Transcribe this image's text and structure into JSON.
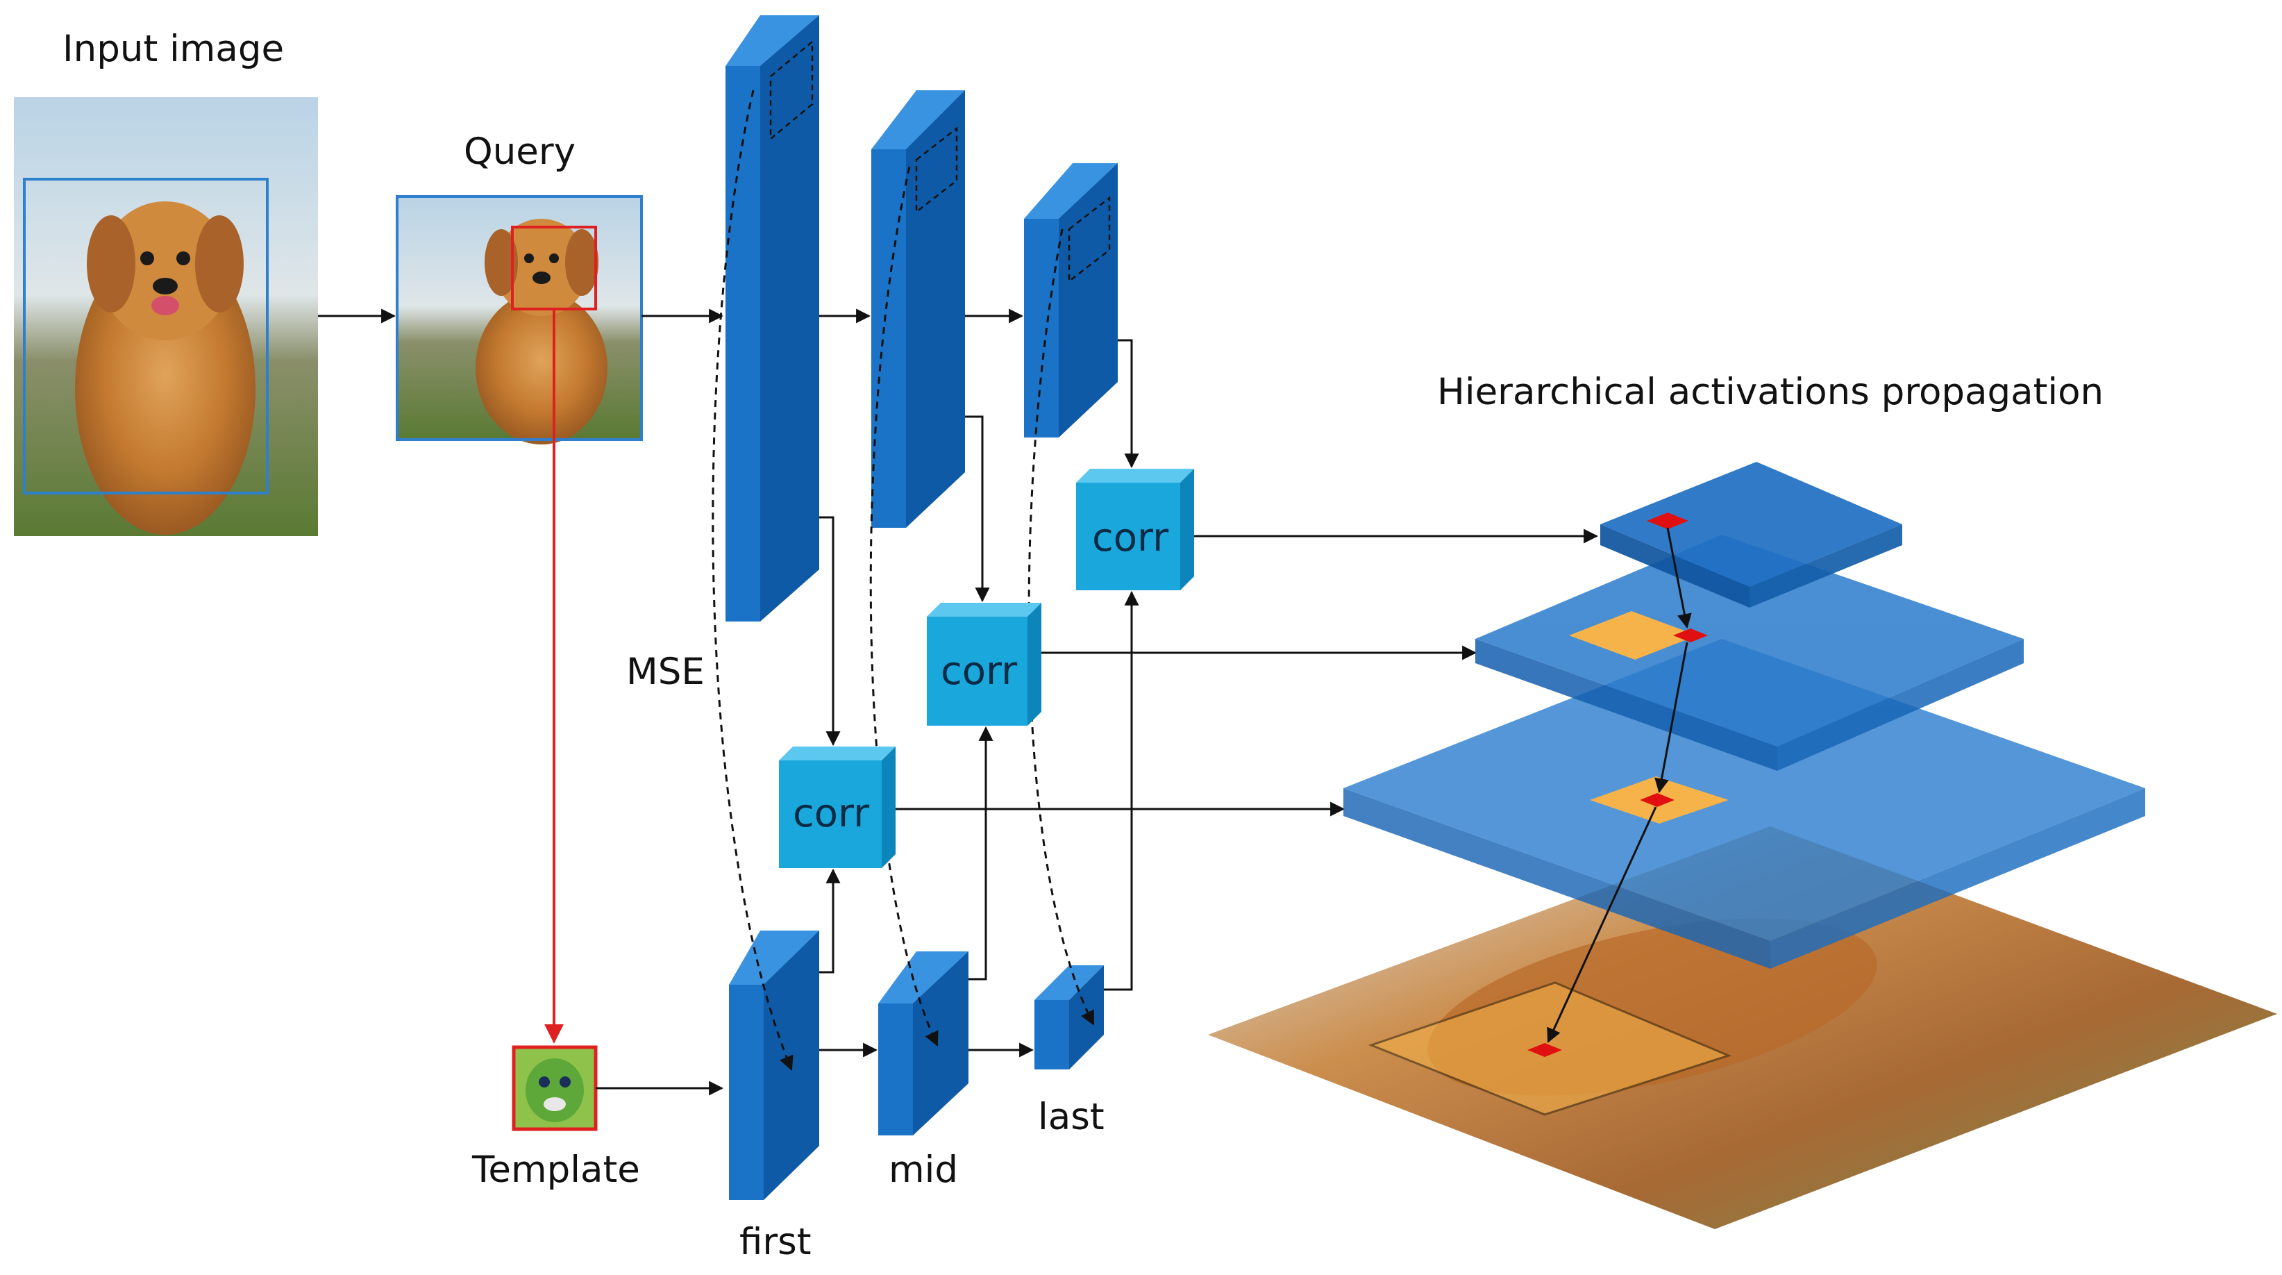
{
  "labels": {
    "input_image": "Input image",
    "query": "Query",
    "template": "Template",
    "mse": "MSE",
    "first": "first",
    "mid": "mid",
    "last": "last",
    "corr": "corr",
    "propagation_title": "Hierarchical activations propagation"
  },
  "colors": {
    "block_front": "#1b73c8",
    "block_side": "#0f5aa6",
    "block_top": "#3a93e0",
    "corr_front": "#1aa7dc",
    "corr_side": "#0c86ba",
    "corr_top": "#5cc8ef",
    "query_box": "#e02020",
    "bbox_blue": "#2f7fcf",
    "layer_blue": "#1f6fc4",
    "activation_orange": "#f6b34a",
    "activation_red": "#e01010"
  },
  "icons": [
    "dog-photo",
    "template-patch"
  ]
}
